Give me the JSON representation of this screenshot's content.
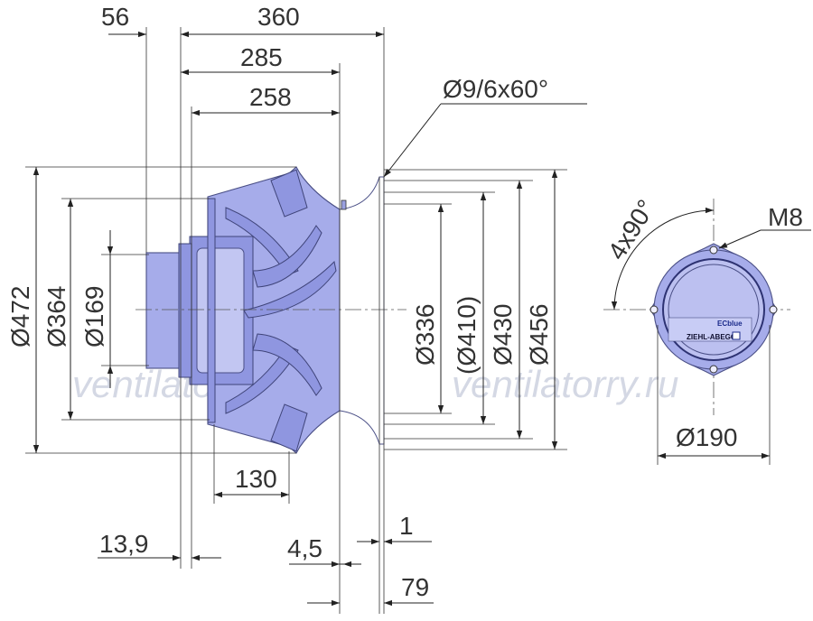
{
  "dimensions": {
    "d56": "56",
    "d360": "360",
    "d285": "285",
    "d258": "258",
    "hole": "Ø9/6x60°",
    "d472": "Ø472",
    "d364": "Ø364",
    "d169": "Ø169",
    "d336": "Ø336",
    "d410": "(Ø410)",
    "d430": "Ø430",
    "d456": "Ø456",
    "d130": "130",
    "d139": "13,9",
    "d45": "4,5",
    "d1": "1",
    "d79": "79",
    "angle": "4x90°",
    "thread": "M8",
    "d190": "Ø190"
  },
  "labels": {
    "brand_ec": "ECblue",
    "brand_name": "ZIEHL-ABEGG"
  },
  "watermark": {
    "left": "ventilatorry.ru",
    "right": "ventilatorry.ru"
  }
}
